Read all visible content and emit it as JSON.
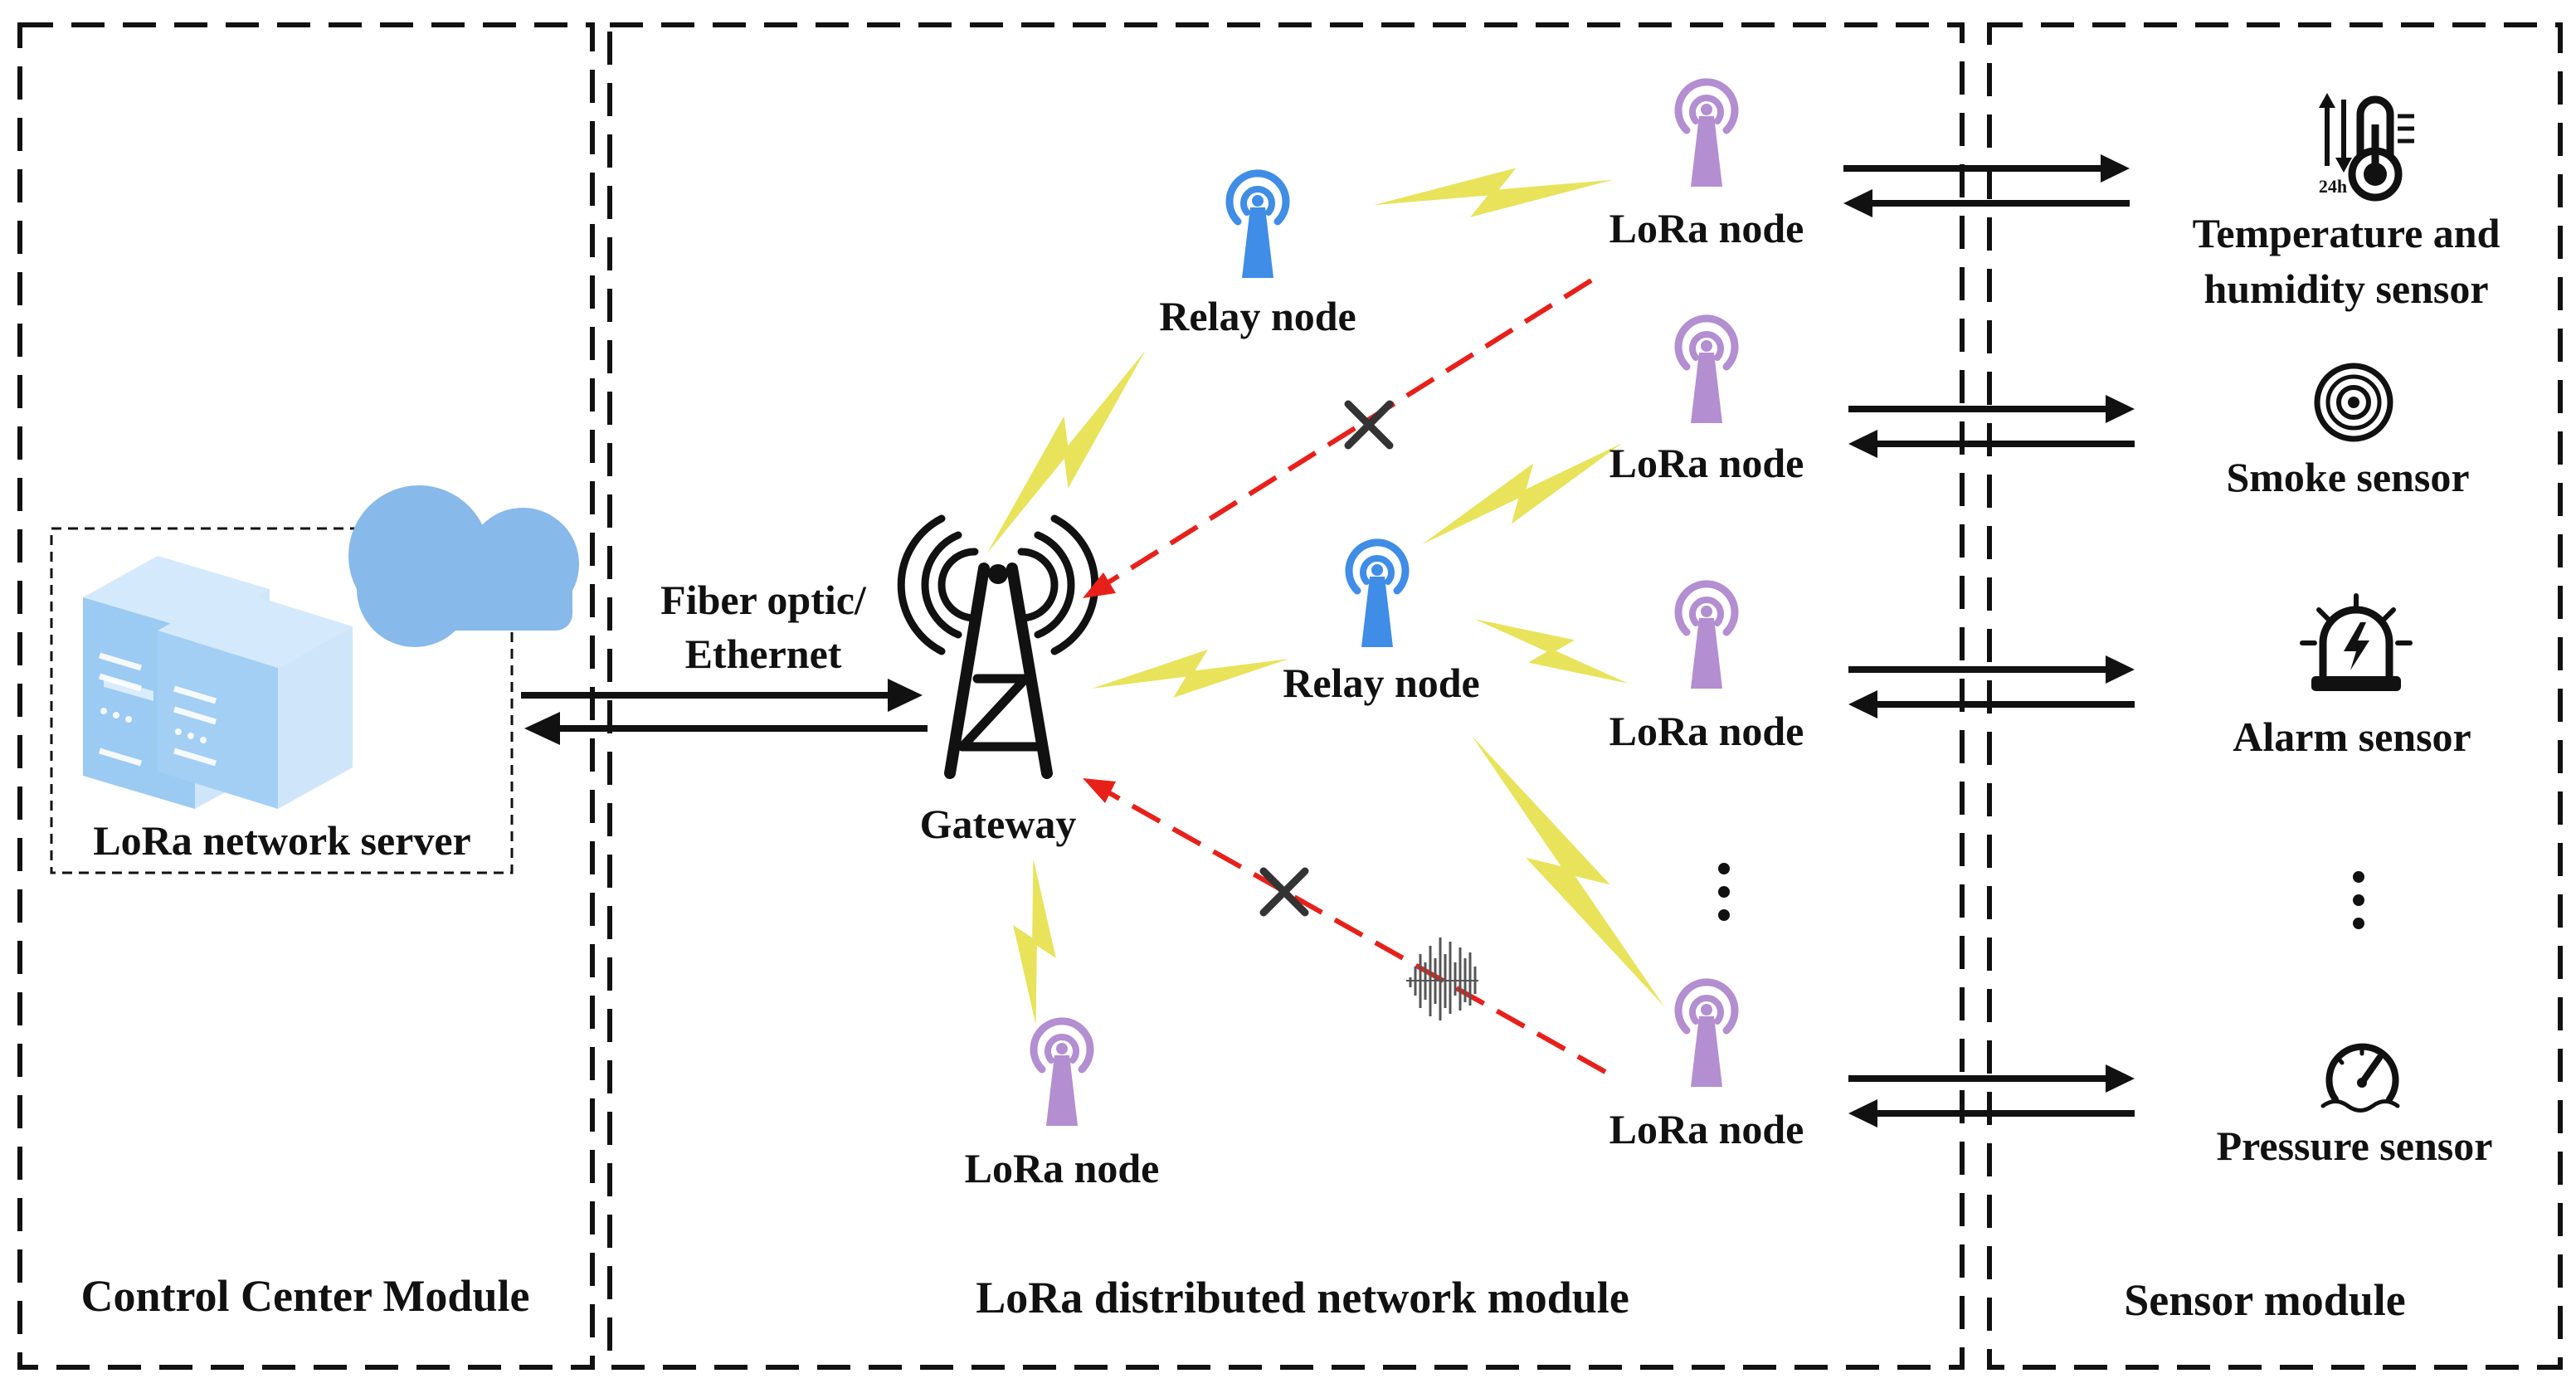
{
  "modules": {
    "control": "Control Center Module",
    "network": "LoRa distributed network module",
    "sensor": "Sensor module"
  },
  "server": {
    "label": "LoRa network server"
  },
  "link": {
    "line1": "Fiber optic/",
    "line2": "Ethernet"
  },
  "gateway": {
    "label": "Gateway"
  },
  "relay_nodes": [
    "Relay node",
    "Relay node"
  ],
  "lora_nodes": [
    "LoRa node",
    "LoRa node",
    "LoRa node",
    "LoRa node",
    "LoRa node"
  ],
  "sensors": {
    "temperature_line1": "Temperature and",
    "temperature_line2": "humidity sensor",
    "temperature_badge": "24h",
    "smoke": "Smoke sensor",
    "alarm": "Alarm sensor",
    "pressure": "Pressure sensor"
  },
  "colors": {
    "lora_node": "#b38ed1",
    "relay_node": "#3f8de6",
    "lightning": "#e8e35a",
    "failed_link": "#e8201a",
    "cloud": "#87b9ea",
    "server": "#a9d2f5"
  },
  "icons": [
    "server-icon",
    "cloud-icon",
    "tower-icon",
    "antenna-icon",
    "lightning-icon",
    "x-icon",
    "noise-icon",
    "thermometer-icon",
    "smoke-detector-icon",
    "alarm-icon",
    "pressure-gauge-icon",
    "arrow-icon",
    "dots-icon"
  ]
}
